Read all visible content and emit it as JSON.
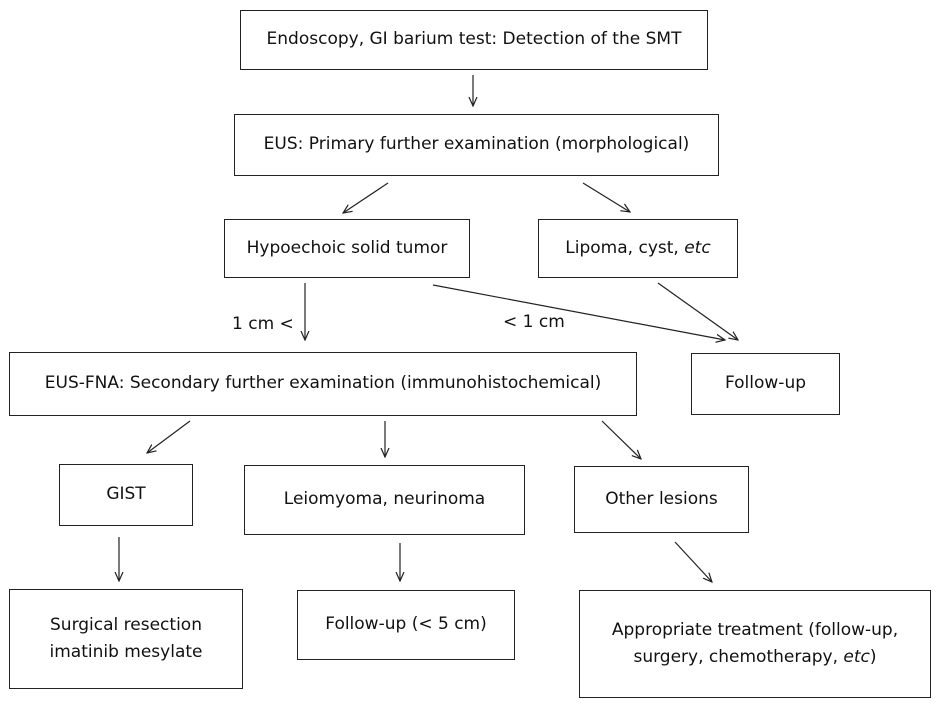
{
  "nodes": {
    "detection": "Endoscopy, GI barium test: Detection of the SMT",
    "eus": "EUS: Primary further examination (morphological)",
    "hypoechoic": "Hypoechoic solid tumor",
    "lipoma": {
      "text": "Lipoma, cyst, ",
      "etc": "etc"
    },
    "eus_fna": "EUS-FNA: Secondary further examination (immunohistochemical)",
    "followup_right": "Follow-up",
    "gist": "GIST",
    "leiomyoma": "Leiomyoma, neurinoma",
    "other": "Other lesions",
    "surgical": {
      "line1": "Surgical resection",
      "line2": "imatinib mesylate"
    },
    "followup_5cm": "Follow-up (< 5 cm)",
    "appropriate": {
      "line1": "Appropriate treatment (follow-up,",
      "line2": "surgery, chemotherapy, ",
      "etc": "etc",
      "close": ")"
    }
  },
  "edge_labels": {
    "gt_1cm": "1 cm <",
    "lt_1cm": "< 1 cm"
  }
}
